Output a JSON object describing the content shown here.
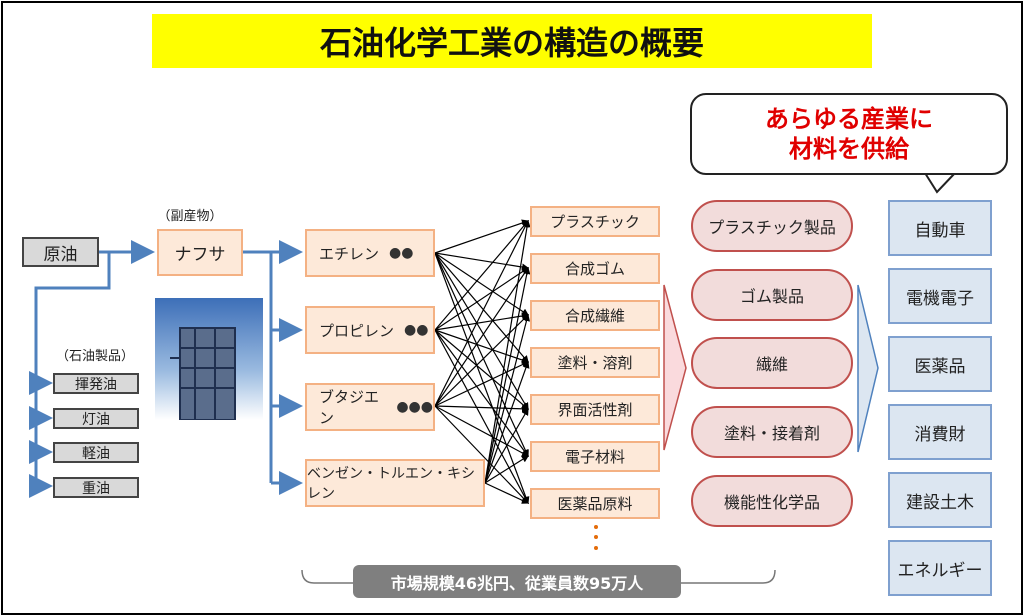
{
  "title": "石油化学工業の構造の概要",
  "callout": {
    "line1": "あらゆる産業に",
    "line2": "材料を供給"
  },
  "crude": "原油",
  "byproduct_label": "（副産物）",
  "naphtha": "ナフサ",
  "petroleum_products_label": "（石油製品）",
  "petroleum_products": [
    "揮発油",
    "灯油",
    "軽油",
    "重油"
  ],
  "monomers": [
    "エチレン",
    "プロピレン",
    "ブタジエン",
    "ベンゼン・トルエン・キシレン"
  ],
  "materials": [
    "プラスチック",
    "合成ゴム",
    "合成繊維",
    "塗料・溶剤",
    "界面活性剤",
    "電子材料",
    "医薬品原料"
  ],
  "products": [
    "プラスチック製品",
    "ゴム製品",
    "繊維",
    "塗料・接着剤",
    "機能性化学品"
  ],
  "industries": [
    "自動車",
    "電機電子",
    "医薬品",
    "消費財",
    "建設土木",
    "エネルギー"
  ],
  "market_summary": "市場規模46兆円、従業員数95万人",
  "colors": {
    "title_bg": "#ffff00",
    "callout_text": "#e00000",
    "flow_arrow": "#4f81bd"
  }
}
